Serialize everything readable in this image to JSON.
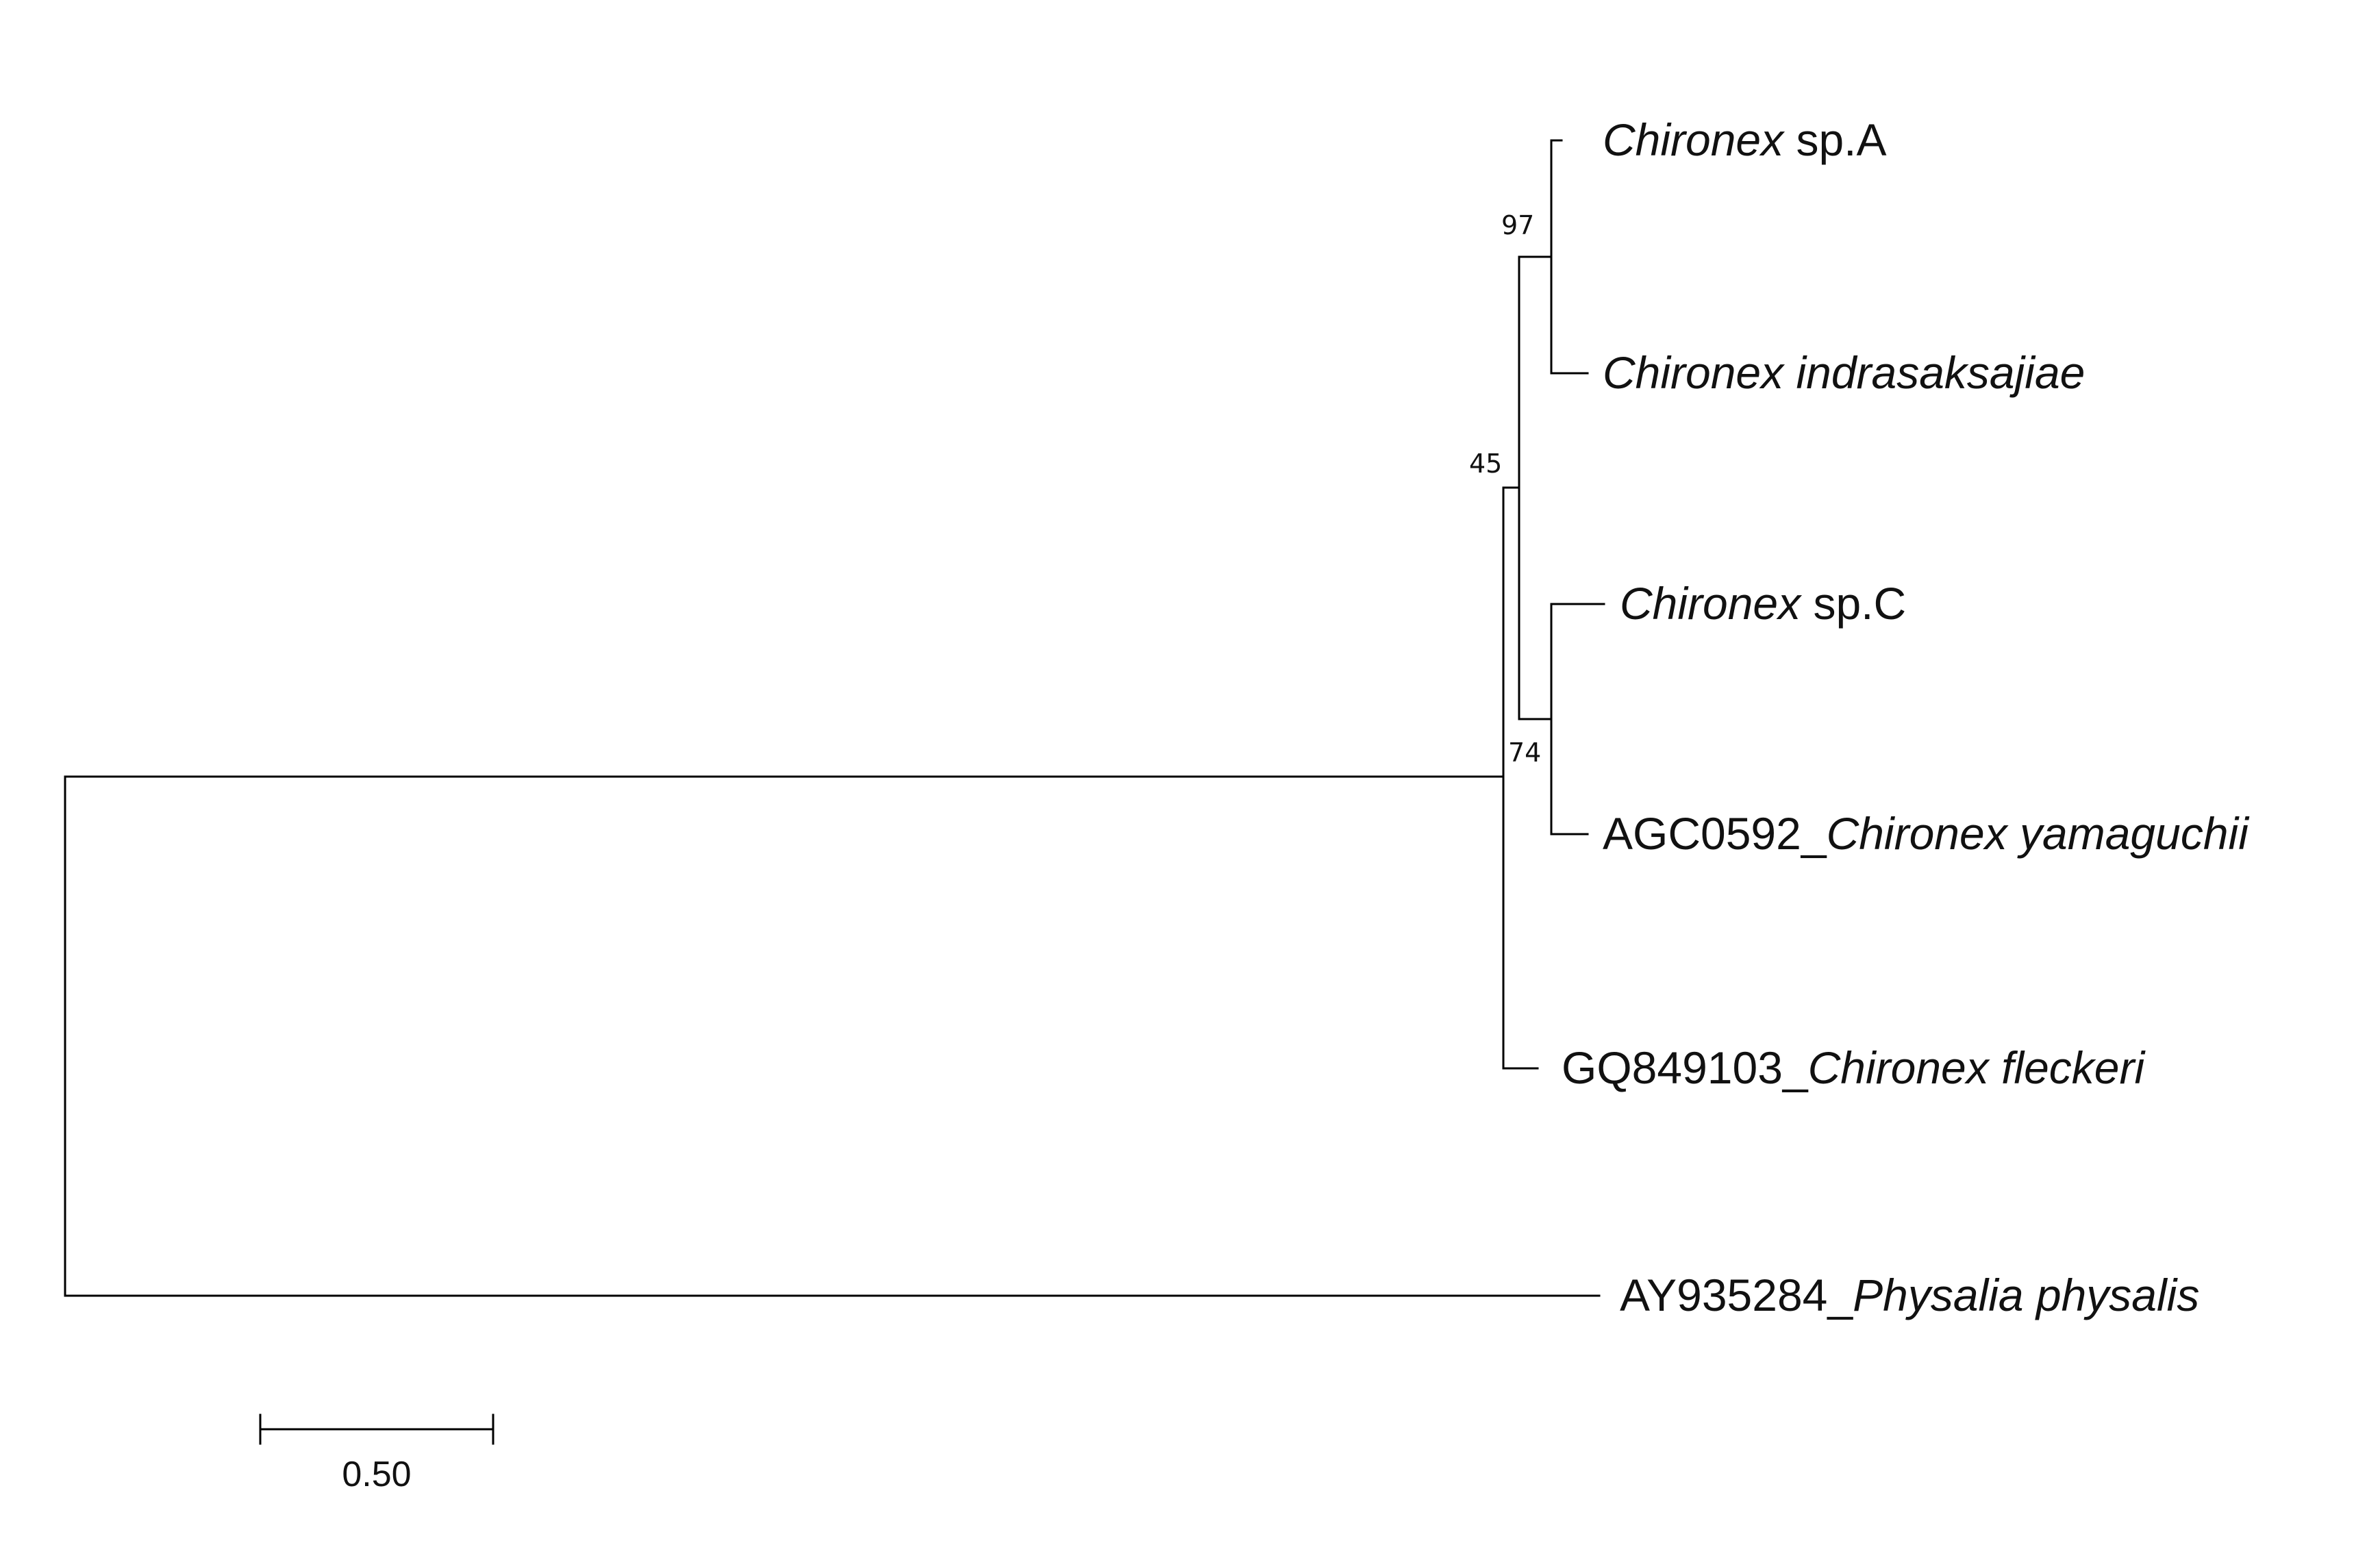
{
  "tree": {
    "taxa": [
      {
        "id": "sp-a",
        "parts": [
          {
            "text": "Chironex",
            "italic": true
          },
          {
            "text": " sp.A",
            "italic": false
          }
        ]
      },
      {
        "id": "indrasaksajiae",
        "parts": [
          {
            "text": "Chironex indrasaksajiae",
            "italic": true
          }
        ]
      },
      {
        "id": "sp-c",
        "parts": [
          {
            "text": "Chironex",
            "italic": true
          },
          {
            "text": " sp.C",
            "italic": false
          }
        ]
      },
      {
        "id": "yamaguchii",
        "parts": [
          {
            "text": "AGC0592_",
            "italic": false
          },
          {
            "text": "Chironex yamaguchii",
            "italic": true
          }
        ]
      },
      {
        "id": "fleckeri",
        "parts": [
          {
            "text": "GQ849103_",
            "italic": false
          },
          {
            "text": "Chironex fleckeri",
            "italic": true
          }
        ]
      },
      {
        "id": "physalis",
        "parts": [
          {
            "text": "AY935284_",
            "italic": false
          },
          {
            "text": "Physalia physalis",
            "italic": true
          }
        ]
      }
    ],
    "bootstrap": [
      {
        "node": "clade-a",
        "value": "97"
      },
      {
        "node": "clade-ac",
        "value": "45"
      },
      {
        "node": "clade-c",
        "value": "74"
      }
    ],
    "scale_bar": {
      "label": "0.50",
      "value": 0.5
    }
  }
}
